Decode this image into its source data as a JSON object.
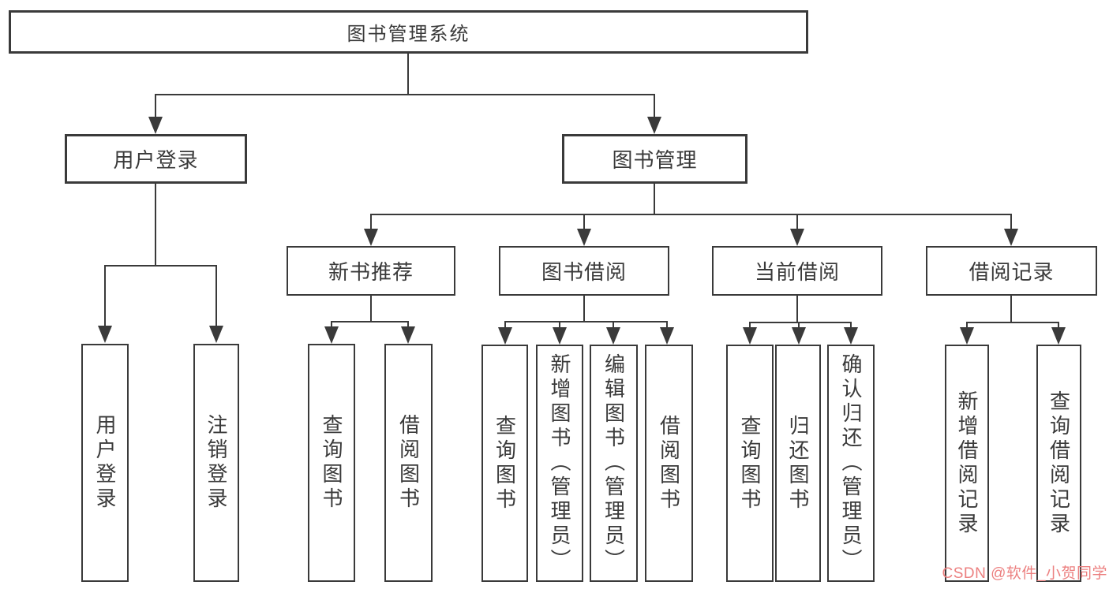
{
  "diagram": {
    "root": "图书管理系统",
    "level2": {
      "user_login": "用户登录",
      "book_mgmt": "图书管理"
    },
    "level3": {
      "new_books": "新书推荐",
      "book_borrow": "图书借阅",
      "current_borrow": "当前借阅",
      "borrow_records": "借阅记录"
    },
    "leaves": {
      "ul_login": "用户登录",
      "ul_logout": "注销登录",
      "nb_query": "查询图书",
      "nb_borrow": "借阅图书",
      "bb_query": "查询图书",
      "bb_add": "新增图书（管理员）",
      "bb_edit": "编辑图书（管理员）",
      "bb_borrow": "借阅图书",
      "cb_query": "查询图书",
      "cb_return": "归还图书",
      "cb_confirm": "确认归还（管理员）",
      "br_add": "新增借阅记录",
      "br_query": "查询借阅记录"
    }
  },
  "watermark": {
    "text": "CSDN @软件_小贺同学",
    "color": "#ec8080"
  },
  "colors": {
    "line": "#3a3a3a",
    "text": "#3a3a3a",
    "background": "#ffffff"
  }
}
